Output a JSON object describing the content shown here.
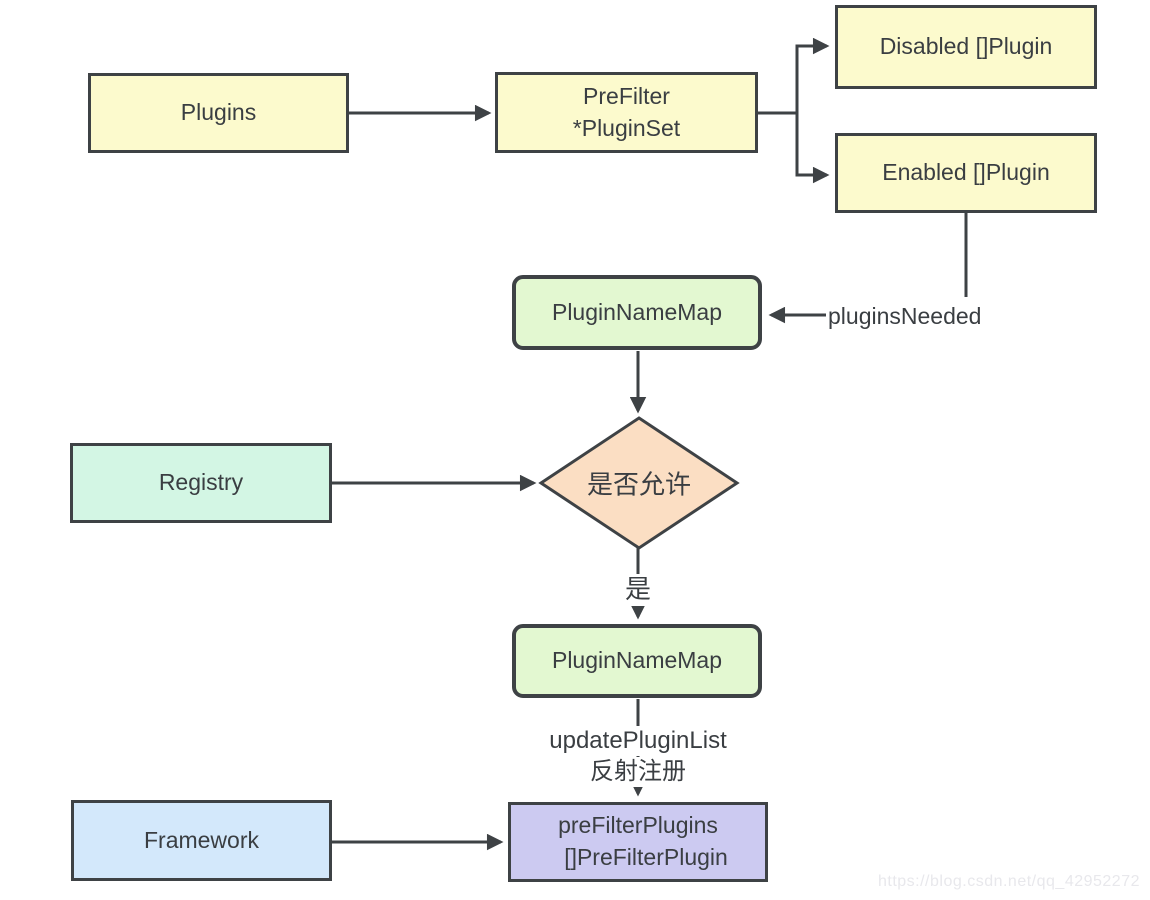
{
  "colors": {
    "line": "#3e4245",
    "text": "#3a3e42",
    "yellow": "#fcfacd",
    "green": "#e3f8d1",
    "mint": "#d3f6e4",
    "peach": "#fbdec3",
    "blue": "#d3e8fb",
    "purple": "#cccaf1",
    "wm": "#e8e8ec",
    "bg": "#ffffff"
  },
  "nodes": {
    "plugins": {
      "label": "Plugins"
    },
    "prefilter": {
      "line1": "PreFilter",
      "line2": "*PluginSet"
    },
    "disabled": {
      "label": "Disabled []Plugin"
    },
    "enabled": {
      "label": "Enabled []Plugin"
    },
    "plugin_name_map_top": {
      "label": "PluginNameMap"
    },
    "registry": {
      "label": "Registry"
    },
    "decision": {
      "label": "是否允许"
    },
    "plugin_name_map_bottom": {
      "label": "PluginNameMap"
    },
    "framework": {
      "label": "Framework"
    },
    "prefilter_plugins": {
      "line1": "preFilterPlugins",
      "line2": "[]PreFilterPlugin"
    }
  },
  "edge_labels": {
    "plugins_needed": "pluginsNeeded",
    "yes": "是",
    "update_plugin_list": "updatePluginList",
    "reflection_register": "反射注册"
  },
  "watermark": "https://blog.csdn.net/qq_42952272"
}
